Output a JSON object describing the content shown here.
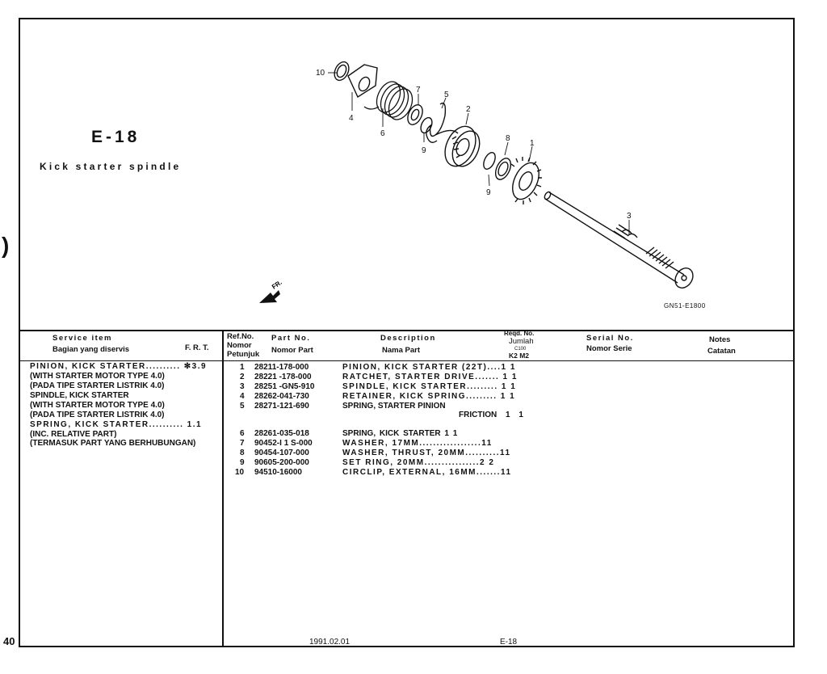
{
  "page": {
    "code": "E-18",
    "subtitle": "Kick starter spindle",
    "drawing_code": "GN51-E1800",
    "page_number": "40",
    "edge_mark": ")"
  },
  "illustration": {
    "front_label": "FR.",
    "callouts": [
      "10",
      "4",
      "6",
      "7",
      "9",
      "5",
      "2",
      "8",
      "1",
      "9",
      "3"
    ]
  },
  "headers": {
    "service_item": "Service item",
    "service_item_id": "Bagian yang diservis",
    "frt": "F. R. T.",
    "ref_no": "Ref.No.",
    "ref_no_id_1": "Nomor",
    "ref_no_id_2": "Petunjuk",
    "part_no": "Part No.",
    "part_no_id": "Nomor Part",
    "description": "Description",
    "description_id": "Nama Part",
    "reqd_no": "Reqd. No.",
    "jumlah": "Jumlah",
    "c100": "C100",
    "k2m2": "K2 M2",
    "serial_no": "Serial No.",
    "serial_no_id": "Nomor Serie",
    "notes": "Notes",
    "notes_id": "Catatan"
  },
  "service_items": [
    "PINION, KICK STARTER.......... ✻3.9",
    "(WITH STARTER MOTOR TYPE 4.0)",
    "(PADA TIPE STARTER LISTRIK 4.0)",
    "SPINDLE, KICK STARTER",
    "(WITH STARTER MOTOR TYPE 4.0)",
    "(PADA TIPE STARTER LISTRIK 4.0)",
    "SPRING, KICK STARTER.......... 1.1",
    "(INC. RELATIVE PART)",
    "(TERMASUK PART YANG BERHUBUNGAN)"
  ],
  "parts": [
    {
      "ref": "1",
      "part": "28211-178-000",
      "desc": "PINION, KICK STARTER (22T)....1 1"
    },
    {
      "ref": "2",
      "part": "28221 -178-000",
      "desc": "RATCHET, STARTER DRIVE....... 1 1"
    },
    {
      "ref": "3",
      "part": "28251 -GN5-910",
      "desc": "SPINDLE, KICK STARTER......... 1 1"
    },
    {
      "ref": "4",
      "part": "28262-041-730",
      "desc": "RETAINER, KICK SPRING......... 1 1"
    },
    {
      "ref": "5",
      "part": "28271-121-690",
      "desc": "SPRING, STARTER PINION"
    },
    {
      "ref": "",
      "part": "",
      "desc": "FRICTION 1 1"
    },
    {
      "ref": "6",
      "part": "28261-035-018",
      "desc": "SPRING, KICK STARTER 1 1"
    },
    {
      "ref": "7",
      "part": "90452-I 1 S-000",
      "desc": "WASHER, 17MM..................11"
    },
    {
      "ref": "8",
      "part": "90454-107-000",
      "desc": "WASHER, THRUST, 20MM..........11"
    },
    {
      "ref": "9",
      "part": "90605-200-000",
      "desc": "SET RING, 20MM................2 2"
    },
    {
      "ref": "10",
      "part": "94510-16000",
      "desc": "CIRCLIP, EXTERNAL, 16MM.......11"
    }
  ],
  "footer": {
    "date": "1991.02.01",
    "section": "E-18"
  }
}
